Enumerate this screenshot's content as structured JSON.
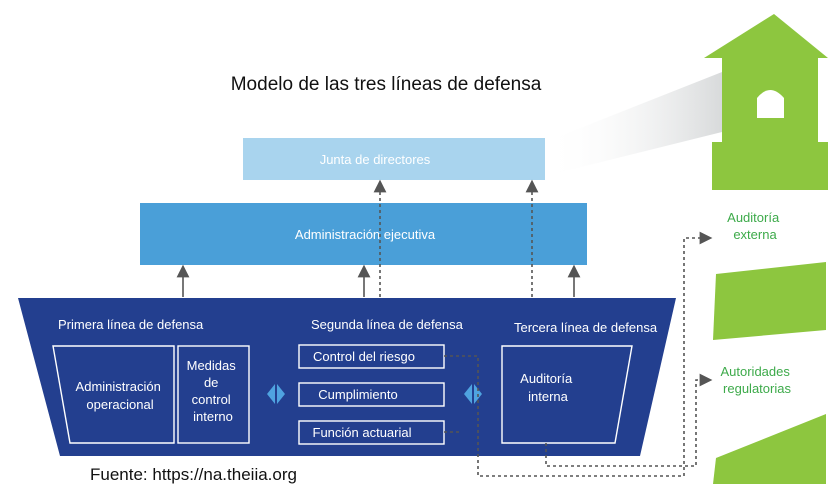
{
  "title": "Modelo de las tres líneas de defensa",
  "source": "Fuente: https://na.theiia.org",
  "boxes": {
    "board": "Junta de directores",
    "executive": "Administración ejecutiva"
  },
  "lines": {
    "first": {
      "heading": "Primera línea de defensa",
      "operational_management": [
        "Administración",
        "operacional"
      ],
      "internal_controls": [
        "Medidas",
        "de",
        "control",
        "interno"
      ]
    },
    "second": {
      "heading": "Segunda línea de defensa",
      "items": [
        "Control del riesgo",
        "Cumplimiento",
        "Función actuarial"
      ]
    },
    "third": {
      "heading": "Tercera línea de defensa",
      "internal_audit": [
        "Auditoría",
        "interna"
      ]
    }
  },
  "external": {
    "audit": [
      "Auditoría",
      "externa"
    ],
    "regulators": [
      "Autoridades",
      "regulatorias"
    ]
  },
  "colors": {
    "board_fill": "#a9d4ee",
    "executive_fill": "#4a9fd8",
    "ship_fill": "#233f8f",
    "lighthouse_green": "#8dc63f",
    "external_text": "#3daa4a",
    "arrow_gray": "#555555",
    "diamond_blue": "#4fa3e0"
  }
}
